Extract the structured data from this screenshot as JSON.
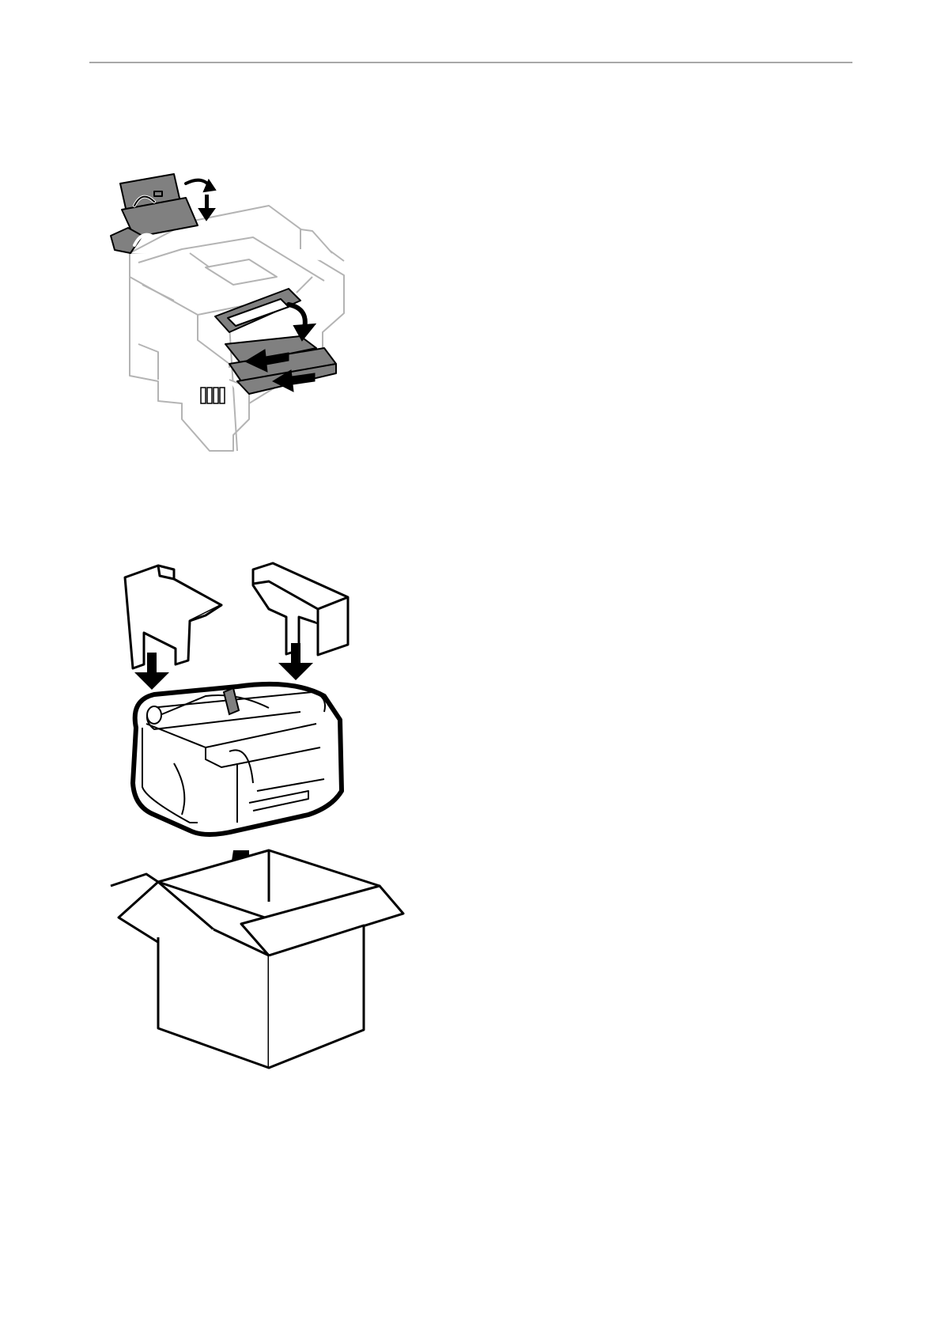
{
  "page": {
    "type": "manual-page",
    "figures": [
      {
        "id": "printer-prep",
        "icon": "printer-fold-trays-illustration"
      },
      {
        "id": "packing",
        "icon": "printer-packing-box-illustration"
      }
    ]
  },
  "colors": {
    "line": "#000000",
    "part_gray": "#808080",
    "ghost_gray": "#b4b4b4",
    "rule": "#a8a8a8"
  }
}
